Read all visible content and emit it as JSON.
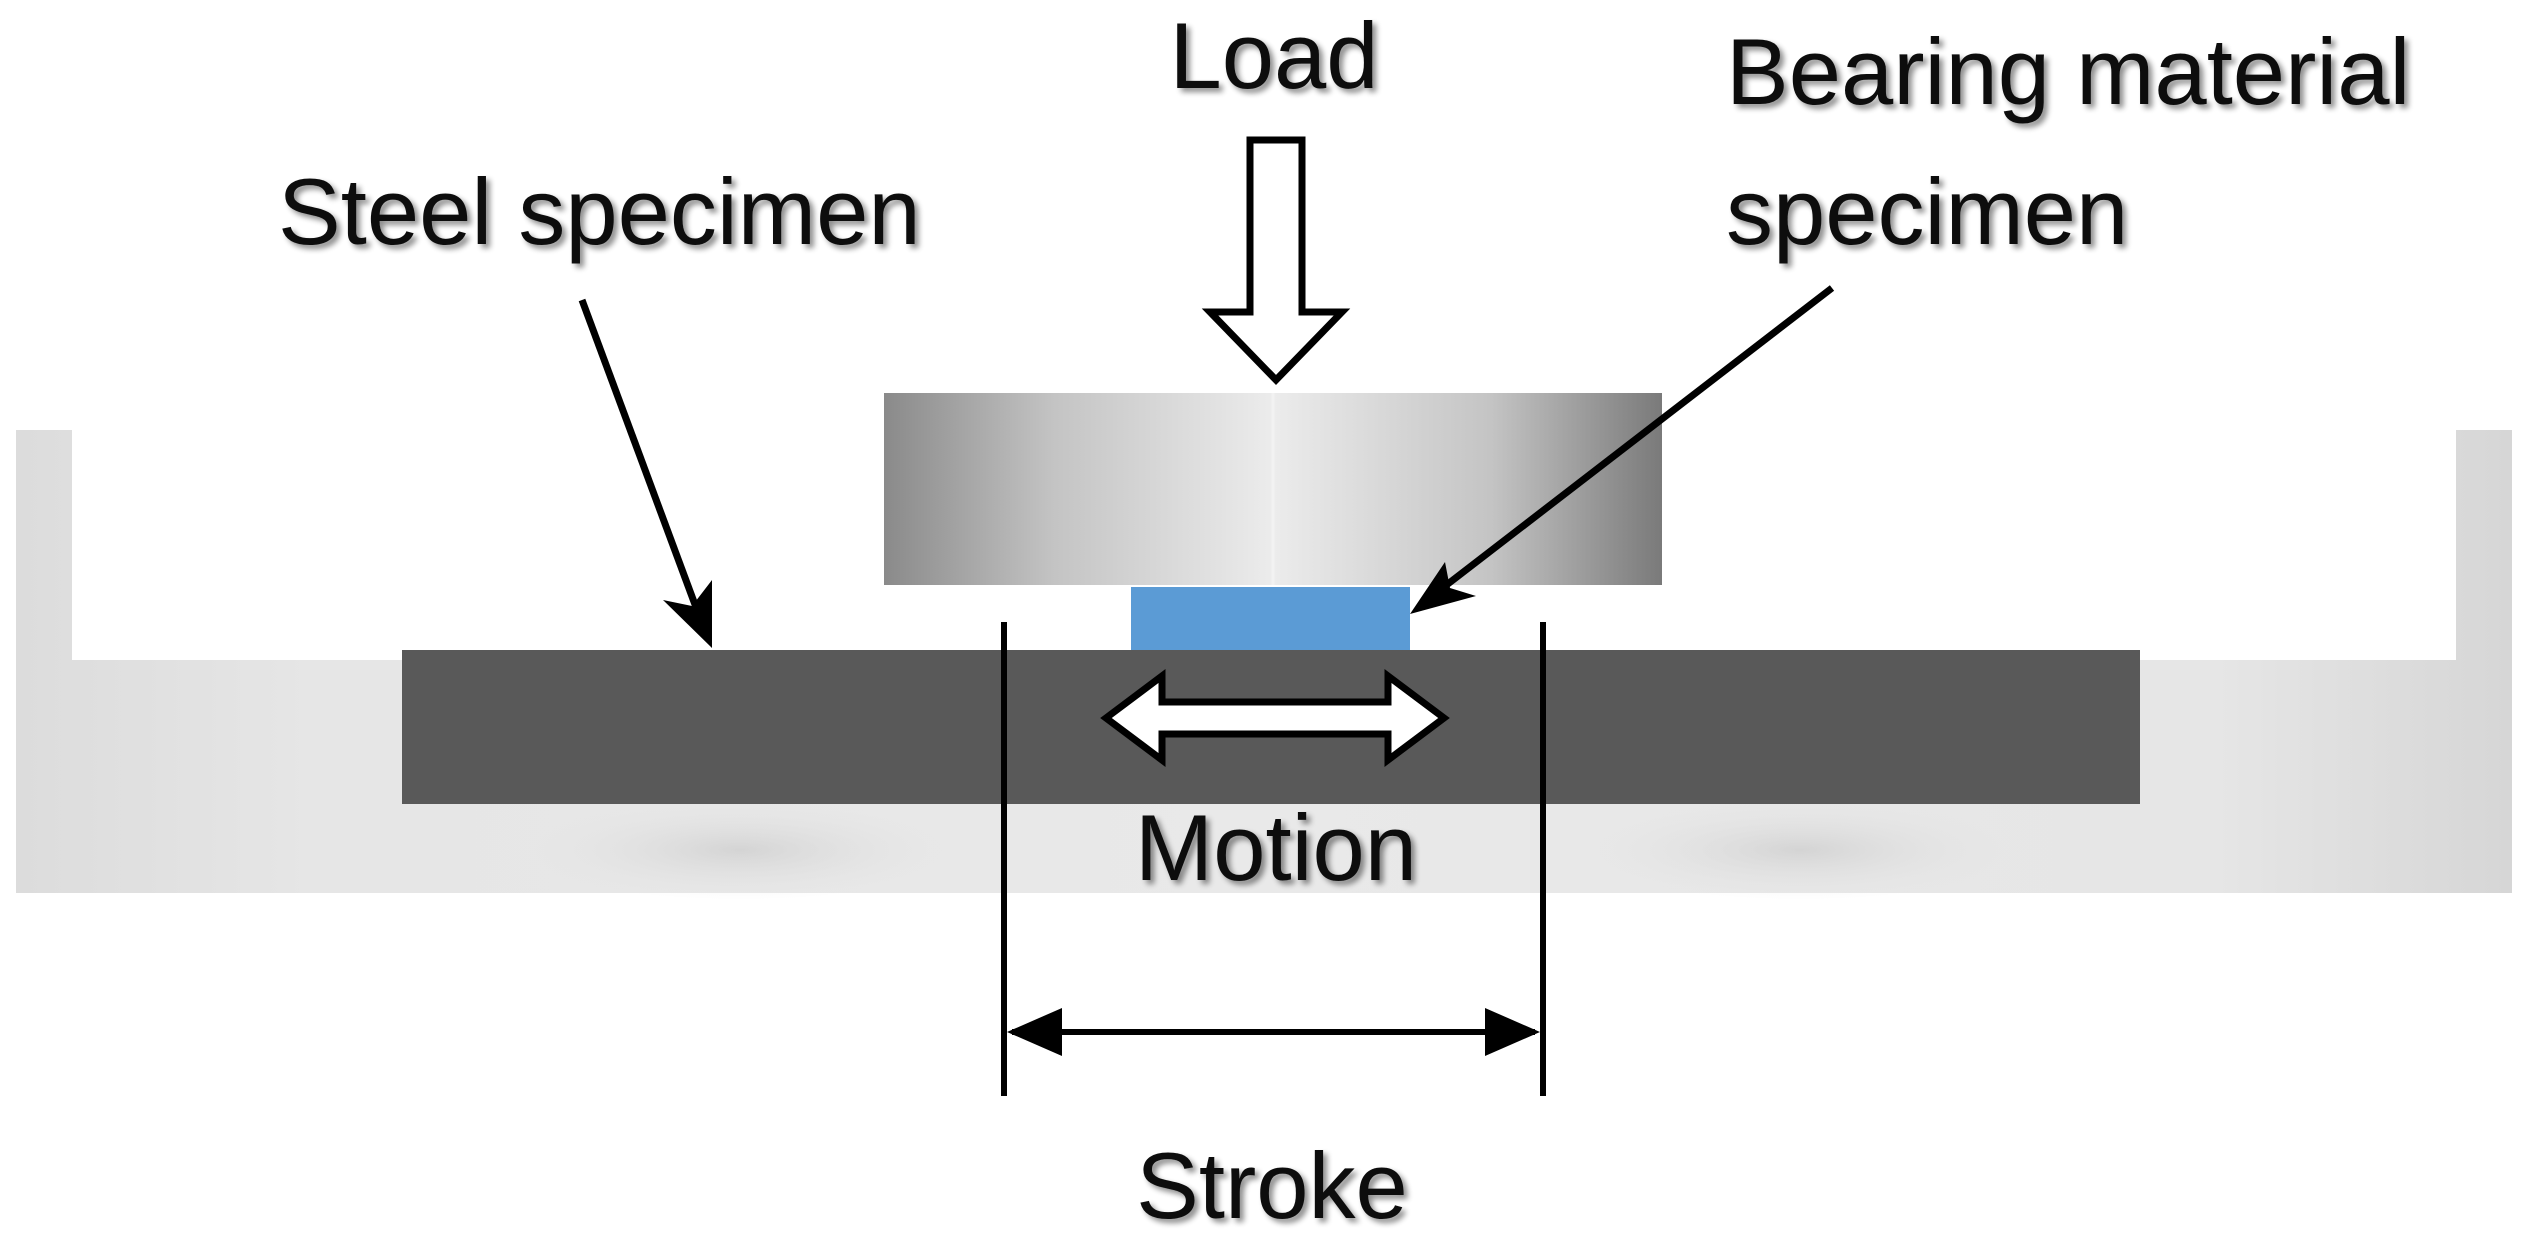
{
  "labels": {
    "load": "Load",
    "bearing_line1": "Bearing material",
    "bearing_line2": "specimen",
    "steel": "Steel specimen",
    "motion": "Motion",
    "stroke": "Stroke"
  },
  "colors": {
    "bath": "#d9d9d9",
    "steel_plate": "#595959",
    "bearing_specimen": "#5b9bd5",
    "counterpart_block": "#bfbfbf",
    "arrows": "#000000",
    "text": "#111111"
  }
}
